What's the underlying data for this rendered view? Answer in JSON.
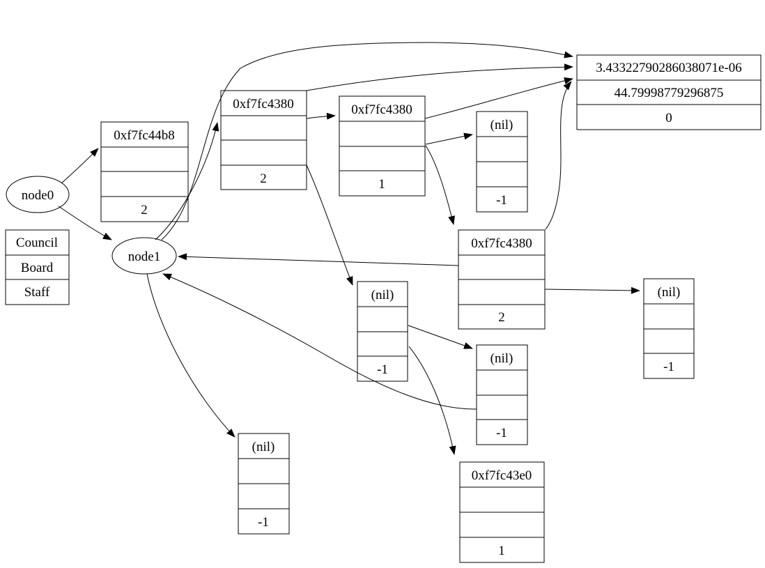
{
  "diagram": {
    "background_color": "#ffffff",
    "stroke_color": "#000000",
    "nodes": {
      "node0": {
        "label": "node0"
      },
      "node1": {
        "label": "node1"
      },
      "rec_44b8": {
        "header": "0xf7fc44b8",
        "value": "2"
      },
      "council": {
        "rows": [
          "Council",
          "Board",
          "Staff"
        ]
      },
      "rec_4380_a": {
        "header": "0xf7fc4380",
        "value": "2"
      },
      "rec_4380_b": {
        "header": "0xf7fc4380",
        "value": "1"
      },
      "nil_top": {
        "header": "(nil)",
        "value": "-1"
      },
      "rec_float": {
        "rows": [
          "3.43322790286038071e-06",
          "44.79998779296875",
          "0"
        ]
      },
      "rec_4380_c": {
        "header": "0xf7fc4380",
        "value": "2"
      },
      "nil_right": {
        "header": "(nil)",
        "value": "-1"
      },
      "nil_center": {
        "header": "(nil)",
        "value": "-1"
      },
      "nil_lower": {
        "header": "(nil)",
        "value": "-1"
      },
      "rec_43e0": {
        "header": "0xf7fc43e0",
        "value": "1"
      },
      "nil_bottom_left": {
        "header": "(nil)",
        "value": "-1"
      }
    },
    "edges": [
      {
        "from": "node0",
        "to": "rec_44b8"
      },
      {
        "from": "node0",
        "to": "node1"
      },
      {
        "from": "node1",
        "to": "rec_4380_a"
      },
      {
        "from": "node1",
        "to": "rec_float"
      },
      {
        "from": "node1",
        "to": "nil_bottom_left"
      },
      {
        "from": "rec_4380_a",
        "to": "rec_4380_b"
      },
      {
        "from": "rec_4380_a",
        "to": "rec_float"
      },
      {
        "from": "rec_4380_a",
        "to": "nil_center"
      },
      {
        "from": "rec_4380_b",
        "to": "rec_float"
      },
      {
        "from": "rec_4380_b",
        "to": "nil_top"
      },
      {
        "from": "rec_4380_b",
        "to": "rec_4380_c"
      },
      {
        "from": "rec_4380_c",
        "to": "node1"
      },
      {
        "from": "rec_4380_c",
        "to": "nil_right"
      },
      {
        "from": "rec_4380_c",
        "to": "rec_float"
      },
      {
        "from": "nil_center",
        "to": "nil_lower"
      },
      {
        "from": "nil_center",
        "to": "rec_43e0"
      },
      {
        "from": "nil_lower",
        "to": "node1"
      }
    ]
  }
}
